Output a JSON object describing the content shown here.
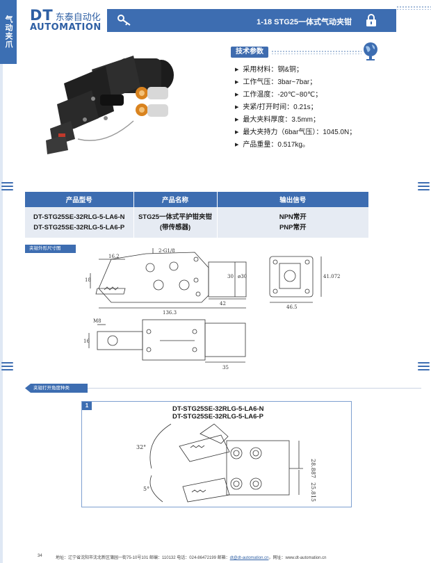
{
  "side_tab": "气动夹爪",
  "logo": {
    "brand": "DT",
    "cn": "东泰自动化",
    "en": "AUTOMATION"
  },
  "header": {
    "title": "1-18  STG25一体式气动夹钳",
    "key_icon": "key-icon",
    "lock_icon": "lock-icon"
  },
  "specs": {
    "label": "技术参数",
    "items": [
      "采用材料：钢&铜；",
      "工作气压：3bar~7bar；",
      "工作温度：-20℃~80℃；",
      "夹紧/打开时间：0.21s；",
      "最大夹料厚度：3.5mm；",
      "最大夹持力（6bar气压）：1045.0N；",
      "产品重量：0.517kg。"
    ]
  },
  "table": {
    "headers": [
      "产品型号",
      "产品名称",
      "输出信号"
    ],
    "models": [
      "DT-STG25SE-32RLG-5-LA6-N",
      "DT-STG25SE-32RLG-5-LA6-P"
    ],
    "name_lines": [
      "STG25一体式平护钳夹钳",
      "(带传感器)"
    ],
    "outputs": [
      "NPN常开",
      "PNP常开"
    ]
  },
  "drawing_label": "夹钳外形尺寸图",
  "dims": {
    "thread": "2-G1/8",
    "d1": "16.2",
    "d2": "18",
    "d3": "136.3",
    "d4": "30",
    "d5": "ø30",
    "d6": "42",
    "d7": "41.072",
    "d8": "46.5",
    "d9": "M8",
    "d10": "16",
    "d11": "35"
  },
  "section": {
    "label": "夹钳打开角度种类",
    "number": "1",
    "models": [
      "DT-STG25SE-32RLG-5-LA6-N",
      "DT-STG25SE-32RLG-5-LA6-P"
    ]
  },
  "angles": {
    "a1": "32°",
    "a2": "5°",
    "d1": "28.887",
    "d2": "25.815"
  },
  "footer": {
    "page": "34",
    "info": "地址：辽宁省沈阳市沈北新区蒲园一街75-10号101    邮编：110132    电话：024-86472199    邮箱：",
    "email": "dt@dt-automation.cn",
    "site": "，网址：www.dt-automation.cn"
  },
  "colors": {
    "accent": "#3d6db1",
    "row_bg": "#e6ebf3"
  }
}
